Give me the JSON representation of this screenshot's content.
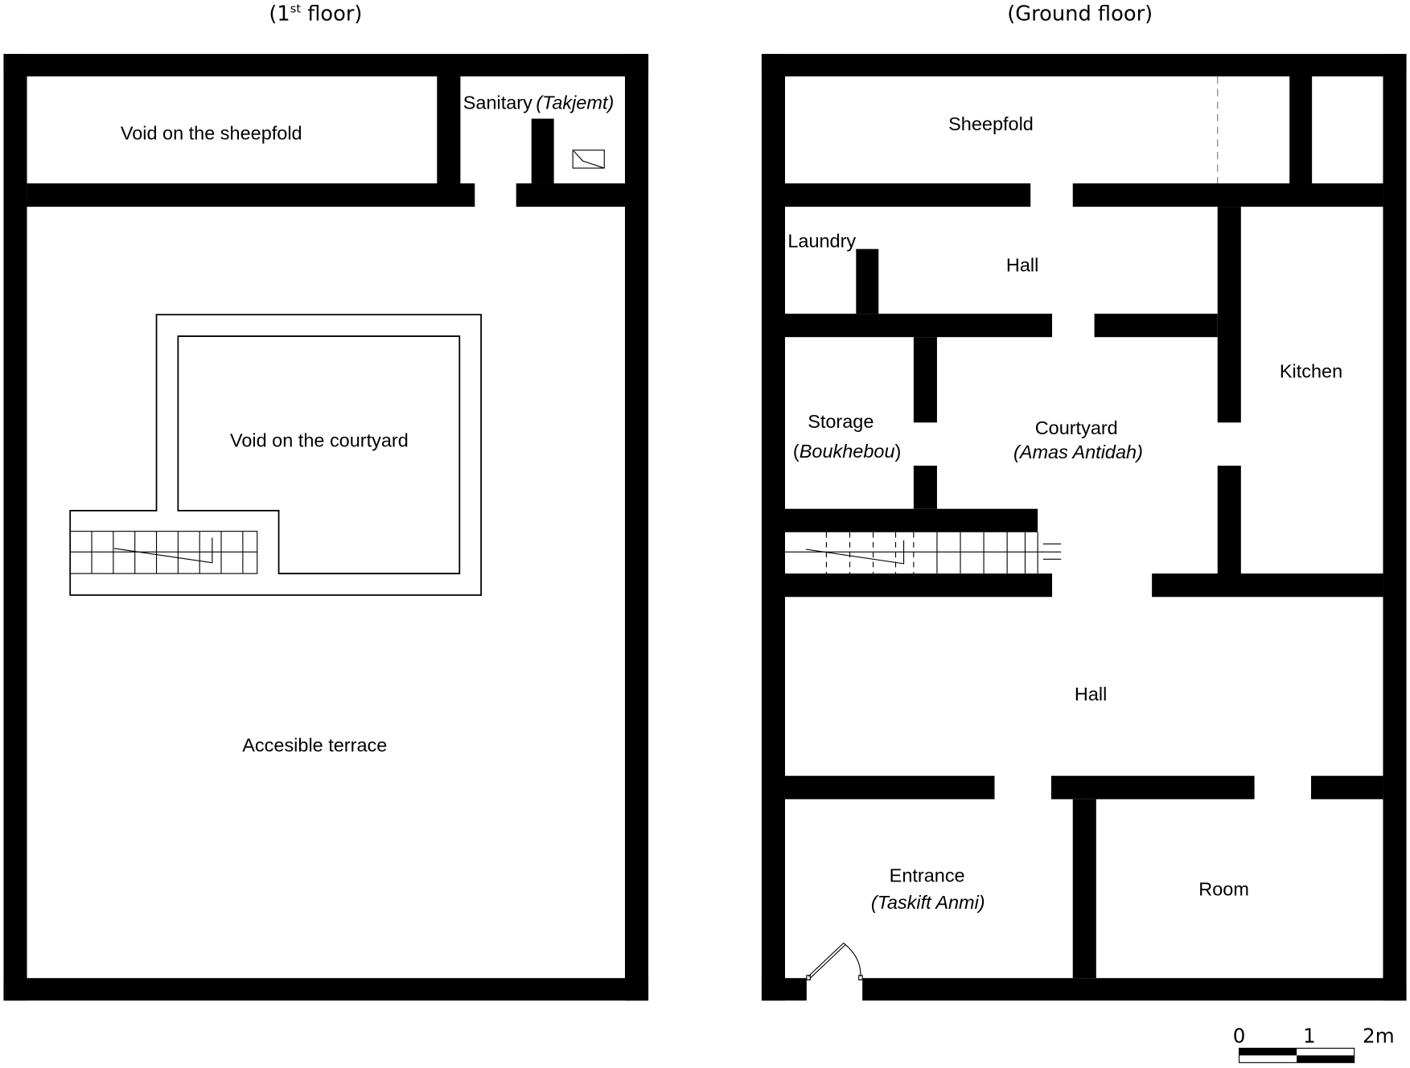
{
  "figure": {
    "titles": {
      "first_floor_prefix": "(1",
      "first_floor_sup": "st",
      "first_floor_suffix": " floor)",
      "ground_floor": "(Ground floor)"
    },
    "first_floor": {
      "rooms": {
        "void_sheepfold": "Void on the sheepfold",
        "sanitary": "Sanitary",
        "sanitary_local": "(Takjemt)",
        "void_courtyard": "Void on the courtyard",
        "terrace": "Accesible terrace"
      }
    },
    "ground_floor": {
      "rooms": {
        "sheepfold": "Sheepfold",
        "laundry": "Laundry",
        "hall_upper": "Hall",
        "kitchen": "Kitchen",
        "storage": "Storage",
        "storage_local": "Boukhebou",
        "storage_open_paren": "(",
        "storage_close_paren": ")",
        "courtyard": "Courtyard",
        "courtyard_local": "(Amas Antidah)",
        "hall_lower": "Hall",
        "entrance": "Entrance",
        "entrance_local": "(Taskift Anmi)",
        "room": "Room"
      }
    },
    "scale_bar": {
      "tick_0": "0",
      "tick_1": "1",
      "tick_2": "2m",
      "colors": {
        "fill": "#000000",
        "empty": "#ffffff"
      }
    },
    "colors": {
      "wall": "#000000",
      "background": "#ffffff"
    }
  }
}
